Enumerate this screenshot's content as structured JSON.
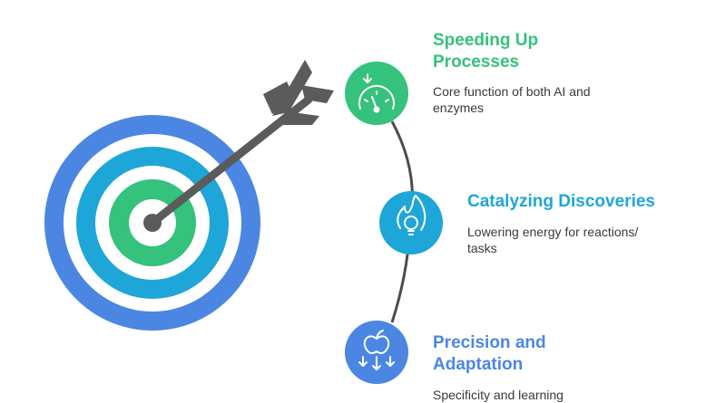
{
  "colors": {
    "outer_ring": "#4c86e3",
    "middle_ring": "#1fa6d8",
    "inner_ring": "#34c27c",
    "ring_gap": "#ffffff",
    "arrow": "#5b5b5b",
    "connector": "#4d4d4d",
    "green": "#34c27c",
    "teal": "#1fa6d8",
    "blue": "#4c86e3",
    "desc_text": "#3a3a3a"
  },
  "items": [
    {
      "icon": "speedometer-icon",
      "title_lines": [
        "Speeding Up",
        "Processes"
      ],
      "desc_lines": [
        "Core function of both AI and",
        "enzymes"
      ]
    },
    {
      "icon": "flame-bulb-icon",
      "title_lines": [
        "Catalyzing Discoveries"
      ],
      "desc_lines": [
        "Lowering energy for reactions/",
        "tasks"
      ]
    },
    {
      "icon": "apple-arrows-icon",
      "title_lines": [
        "Precision and",
        "Adaptation"
      ],
      "desc_lines": [
        "Specificity and learning"
      ]
    }
  ]
}
